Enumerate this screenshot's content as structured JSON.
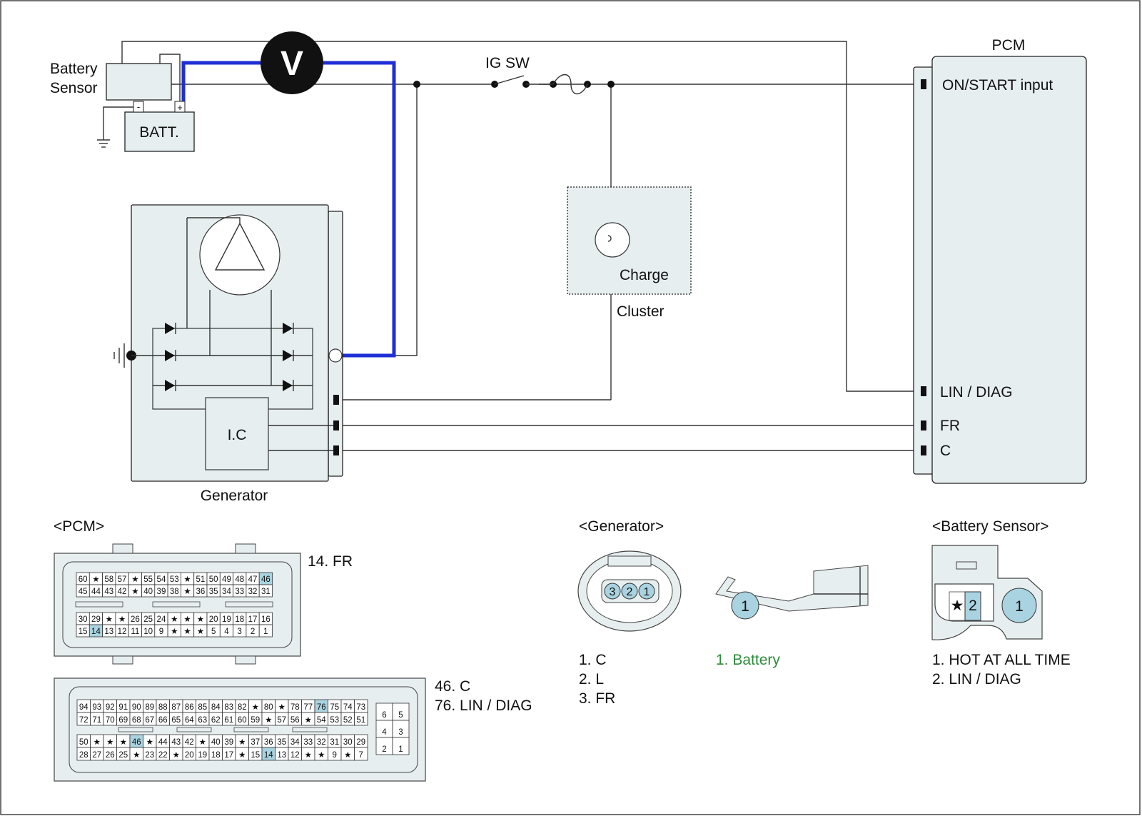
{
  "labels": {
    "battery_sensor_line1": "Battery",
    "battery_sensor_line2": "Sensor",
    "batt": "BATT.",
    "voltmeter": "V",
    "ig_sw": "IG SW",
    "pcm": "PCM",
    "on_start_input": "ON/START input",
    "lin_diag": "LIN / DIAG",
    "fr": "FR",
    "c": "C",
    "charge": "Charge",
    "cluster": "Cluster",
    "ic": "I.C",
    "generator": "Generator",
    "minus": "-",
    "plus": "+"
  },
  "pcm_connector": {
    "title": "<PCM>",
    "upper_note": "14. FR",
    "lower_note_1": "46. C",
    "lower_note_2": "76. LIN / DIAG",
    "upper_rows": [
      [
        "60",
        "★",
        "58",
        "57",
        "★",
        "55",
        "54",
        "53",
        "★",
        "51",
        "50",
        "49",
        "48",
        "47",
        "46"
      ],
      [
        "45",
        "44",
        "43",
        "42",
        "★",
        "40",
        "39",
        "38",
        "★",
        "36",
        "35",
        "34",
        "33",
        "32",
        "31"
      ],
      [
        "30",
        "29",
        "★",
        "★",
        "26",
        "25",
        "24",
        "★",
        "★",
        "★",
        "20",
        "19",
        "18",
        "17",
        "16"
      ],
      [
        "15",
        "14",
        "13",
        "12",
        "11",
        "10",
        "9",
        "★",
        "★",
        "★",
        "5",
        "4",
        "3",
        "2",
        "1"
      ]
    ],
    "lower_rows": [
      [
        "94",
        "93",
        "92",
        "91",
        "90",
        "89",
        "88",
        "87",
        "86",
        "85",
        "84",
        "83",
        "82",
        "★",
        "80",
        "★",
        "78",
        "77",
        "76",
        "75",
        "74",
        "73"
      ],
      [
        "72",
        "71",
        "70",
        "69",
        "68",
        "67",
        "66",
        "65",
        "64",
        "63",
        "62",
        "61",
        "60",
        "59",
        "★",
        "57",
        "56",
        "★",
        "54",
        "53",
        "52",
        "51"
      ],
      [
        "50",
        "★",
        "★",
        "★",
        "46",
        "★",
        "44",
        "43",
        "42",
        "★",
        "40",
        "39",
        "★",
        "37",
        "36",
        "35",
        "34",
        "33",
        "32",
        "31",
        "30",
        "29"
      ],
      [
        "28",
        "27",
        "26",
        "25",
        "★",
        "23",
        "22",
        "★",
        "20",
        "19",
        "18",
        "17",
        "★",
        "15",
        "14",
        "13",
        "12",
        "★",
        "★",
        "9",
        "★",
        "7"
      ]
    ],
    "side_rows": [
      [
        "6",
        "5"
      ],
      [
        "4",
        "3"
      ],
      [
        "2",
        "1"
      ]
    ],
    "highlighted": [
      "14",
      "46",
      "76"
    ]
  },
  "generator_connector": {
    "title": "<Generator>",
    "pins": [
      "3",
      "2",
      "1"
    ],
    "legend": [
      "1. C",
      "2. L",
      "3. FR"
    ],
    "terminal_pin": "1",
    "terminal_legend": "1. Battery",
    "terminal_color": "#2e8b3a"
  },
  "battery_sensor_connector": {
    "title": "<Battery Sensor>",
    "pins": [
      "★",
      "2"
    ],
    "terminal_pin": "1",
    "legend": [
      "1. HOT AT ALL TIME",
      "2. LIN / DIAG"
    ]
  },
  "colors": {
    "wire_highlight": "#1f2fd6",
    "component_fill": "#e7eef0",
    "pin_highlight": "#a9d3e0"
  }
}
